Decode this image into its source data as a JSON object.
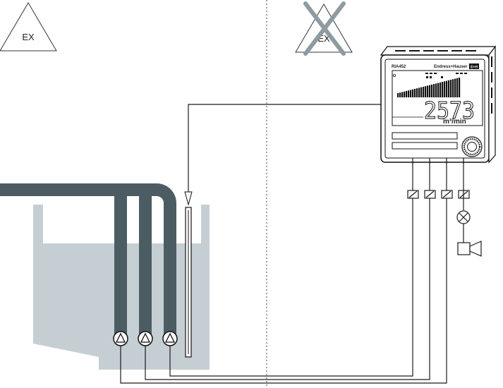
{
  "zones": {
    "ex_label": "EX",
    "non_ex_label": "EX"
  },
  "device": {
    "model": "RIA452",
    "brand": "Endress+Hauser",
    "brand_logo": "E+H",
    "display_value": "2573",
    "display_unit": "m³/min"
  },
  "colors": {
    "pipe": "#4c5c63",
    "tank": "#c5ced3",
    "line": "#1a1a1a"
  },
  "icons": {
    "pump": "pump-icon",
    "level_probe": "level-probe-icon",
    "lamp": "lamp-icon",
    "horn": "horn-icon",
    "barrier": "barrier-icon",
    "knob": "jog-dial-icon"
  }
}
